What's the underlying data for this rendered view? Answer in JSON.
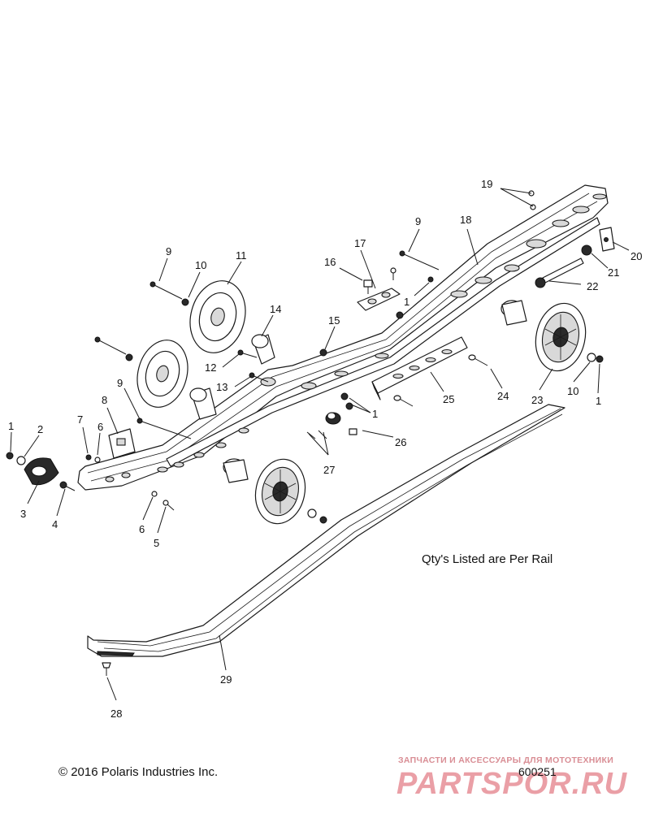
{
  "callouts": [
    {
      "id": "c1a",
      "label": "1"
    },
    {
      "id": "c2",
      "label": "2"
    },
    {
      "id": "c3",
      "label": "3"
    },
    {
      "id": "c4",
      "label": "4"
    },
    {
      "id": "c5",
      "label": "5"
    },
    {
      "id": "c6a",
      "label": "6"
    },
    {
      "id": "c6b",
      "label": "6"
    },
    {
      "id": "c7",
      "label": "7"
    },
    {
      "id": "c8",
      "label": "8"
    },
    {
      "id": "c9a",
      "label": "9"
    },
    {
      "id": "c9b",
      "label": "9"
    },
    {
      "id": "c9c",
      "label": "9"
    },
    {
      "id": "c10a",
      "label": "10"
    },
    {
      "id": "c10b",
      "label": "10"
    },
    {
      "id": "c11",
      "label": "11"
    },
    {
      "id": "c12",
      "label": "12"
    },
    {
      "id": "c13",
      "label": "13"
    },
    {
      "id": "c14",
      "label": "14"
    },
    {
      "id": "c15",
      "label": "15"
    },
    {
      "id": "c16",
      "label": "16"
    },
    {
      "id": "c17",
      "label": "17"
    },
    {
      "id": "c18",
      "label": "18"
    },
    {
      "id": "c19",
      "label": "19"
    },
    {
      "id": "c20",
      "label": "20"
    },
    {
      "id": "c21",
      "label": "21"
    },
    {
      "id": "c22",
      "label": "22"
    },
    {
      "id": "c1b",
      "label": "1"
    },
    {
      "id": "c1c",
      "label": "1"
    },
    {
      "id": "c1d",
      "label": "1"
    },
    {
      "id": "c23",
      "label": "23"
    },
    {
      "id": "c24",
      "label": "24"
    },
    {
      "id": "c25",
      "label": "25"
    },
    {
      "id": "c26",
      "label": "26"
    },
    {
      "id": "c27",
      "label": "27"
    },
    {
      "id": "c28",
      "label": "28"
    },
    {
      "id": "c29",
      "label": "29"
    }
  ],
  "note": "Qty's Listed are Per Rail",
  "copyright": "© 2016 Polaris Industries Inc.",
  "figure_number": "600251",
  "watermark": {
    "tagline": "ЗАПЧАСТИ И АКСЕССУАРЫ ДЛЯ МОТОТЕХНИКИ",
    "logo": "PARTSPOR.RU",
    "color": "#d8505c"
  }
}
